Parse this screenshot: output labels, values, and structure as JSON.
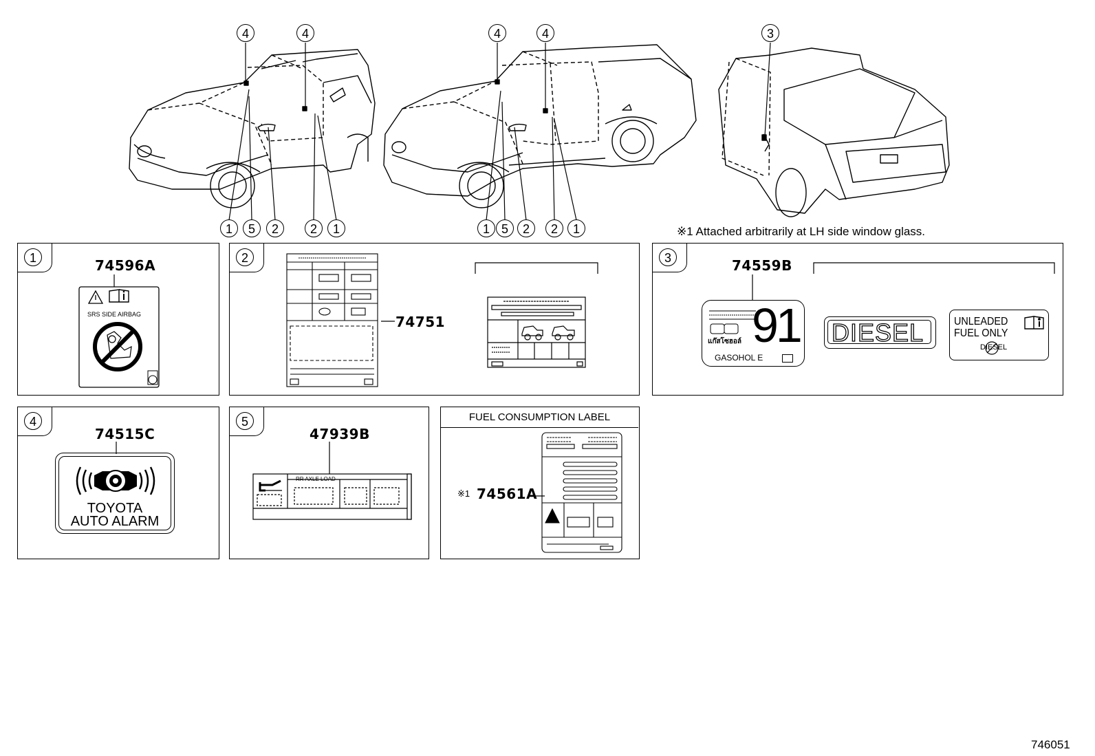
{
  "note": "※1  Attached arbitrarily at LH side window glass.",
  "diagram_id": "746051",
  "callouts": {
    "truck1_top": [
      "4",
      "4"
    ],
    "truck1_bottom": [
      "1",
      "5",
      "2",
      "2",
      "1"
    ],
    "truck2_top": [
      "4",
      "4"
    ],
    "truck2_bottom": [
      "1",
      "5",
      "2",
      "2",
      "1"
    ],
    "truck3_top": [
      "3"
    ]
  },
  "panels": {
    "p1": {
      "num": "1",
      "part": "74596A",
      "label_text": "SRS  SIDE  AIRBAG"
    },
    "p2": {
      "num": "2",
      "part": "74751"
    },
    "p3": {
      "num": "3",
      "part": "74559B",
      "octane": "91",
      "gasohol": "GASOHOL  E",
      "thai": "แก๊สโซฮอล์",
      "diesel": "DIESEL",
      "unleaded_1": "UNLEADED",
      "unleaded_2": "FUEL ONLY",
      "diesel_small": "DIESEL"
    },
    "p4": {
      "num": "4",
      "part": "74515C",
      "line1": "TOYOTA",
      "line2": "AUTO ALARM"
    },
    "p5": {
      "num": "5",
      "part": "47939B",
      "axle": "RR  AXLE  LOAD"
    },
    "p6": {
      "title": "FUEL CONSUMPTION LABEL",
      "mark": "※1",
      "part": "74561A"
    }
  },
  "colors": {
    "line": "#000000",
    "background": "#ffffff"
  }
}
